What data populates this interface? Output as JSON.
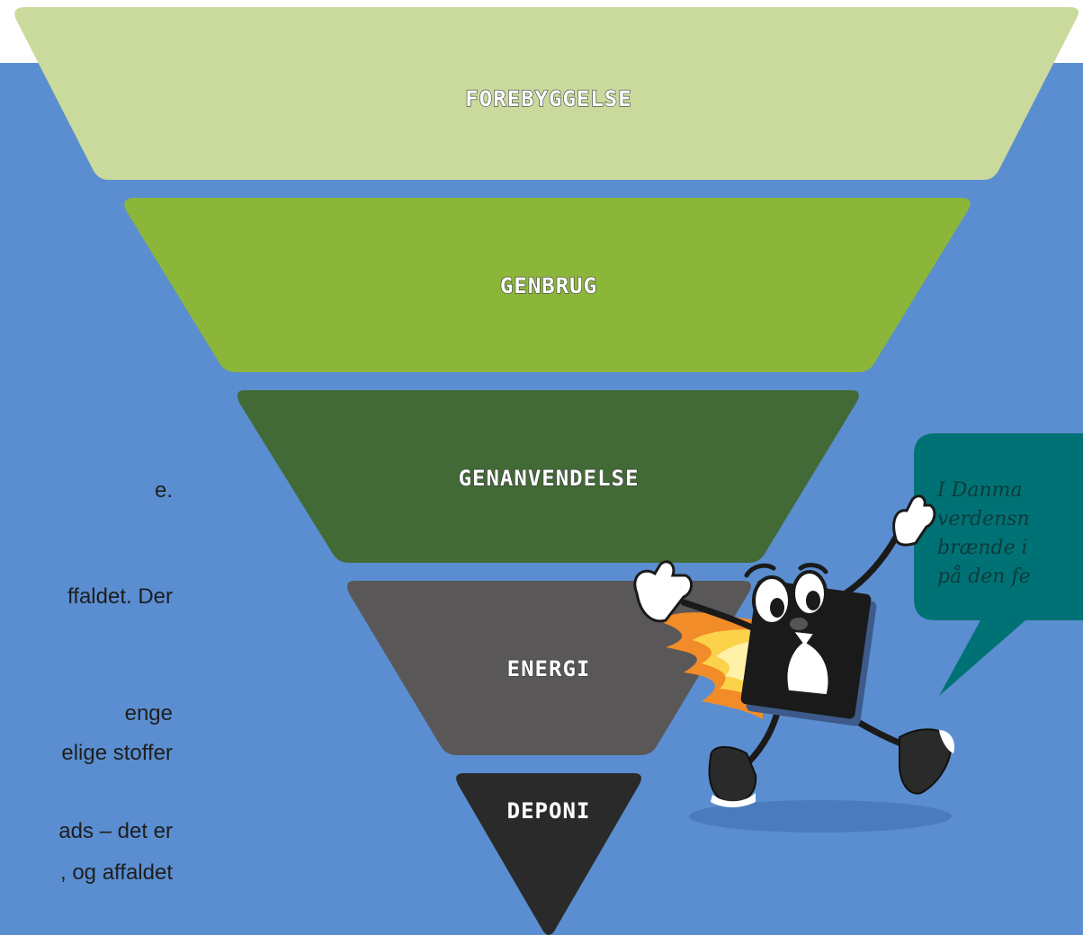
{
  "diagram": {
    "tiers": [
      {
        "label": "FOREBYGGELSE",
        "color": "#c9da9c"
      },
      {
        "label": "GENBRUG",
        "color": "#8bb63a"
      },
      {
        "label": "GENANVENDELSE",
        "color": "#426a36"
      },
      {
        "label": "ENERGI",
        "color": "#595757"
      },
      {
        "label": "DEPONI",
        "color": "#2a2a2a"
      }
    ]
  },
  "side_text": {
    "lines": [
      "e.",
      "ffaldet. Der",
      "enge",
      "elige stoffer",
      "ads – det er",
      ", og affaldet"
    ]
  },
  "speech_bubble": {
    "lines": [
      "I Danma",
      "verdensn",
      "brænde i",
      "på den fe"
    ],
    "color": "#007275"
  },
  "mascot": {
    "name": "trash-bag-mascot",
    "body_color": "#1a1a1a",
    "flame_color": "#f28c28"
  }
}
